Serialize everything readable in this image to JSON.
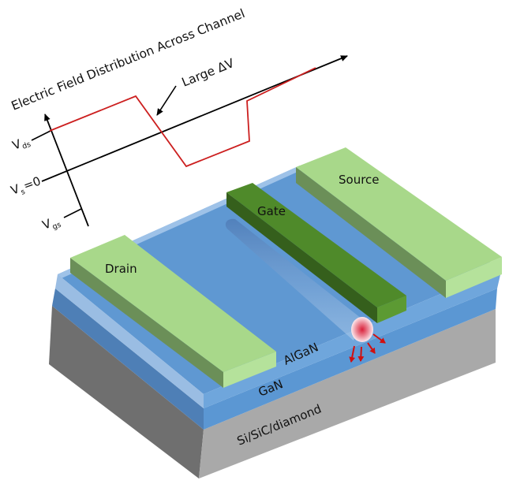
{
  "diagram": {
    "plot": {
      "title": "Electric Field Distribution Across Channel",
      "annotation": "Large ΔV",
      "y_labels": {
        "vds": {
          "main": "V",
          "sub": "ds"
        },
        "vs": {
          "main": "V",
          "sub": "s",
          "suffix": "=0"
        },
        "vgs": {
          "main": "V",
          "sub": "gs"
        }
      }
    },
    "device": {
      "drain_label": "Drain",
      "gate_label": "Gate",
      "source_label": "Source",
      "barrier_label": "AlGaN",
      "channel_label": "GaN",
      "substrate_label": "Si/SiC/diamond"
    },
    "colors": {
      "curve": "#cc1f1f",
      "axis": "#000000",
      "contact": "#a8d88a",
      "contact_side": "#6b8f58",
      "gate_top": "#4f8a2a",
      "gate_side": "#355f1c",
      "gan": "#5b97d3",
      "algan": "#7aaee0",
      "substrate": "#a6a6a6",
      "substrate_side": "#6e6e6e",
      "hotspot": "#e0404f"
    }
  }
}
